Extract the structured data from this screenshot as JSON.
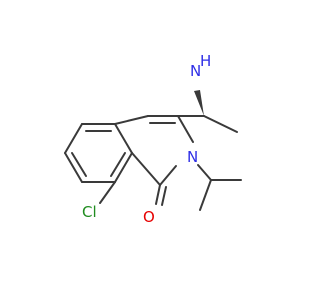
{
  "molecule": {
    "atom_labels": {
      "nh2_n": "N",
      "nh2_h": "H",
      "ring_n": "N",
      "carbonyl_o": "O",
      "chlorine": "Cl"
    },
    "colors": {
      "bond": "#3a3a3a",
      "nitrogen": "#2f2fe6",
      "oxygen": "#e60000",
      "chlorine": "#1f8c1f",
      "background": "#ffffff"
    }
  }
}
